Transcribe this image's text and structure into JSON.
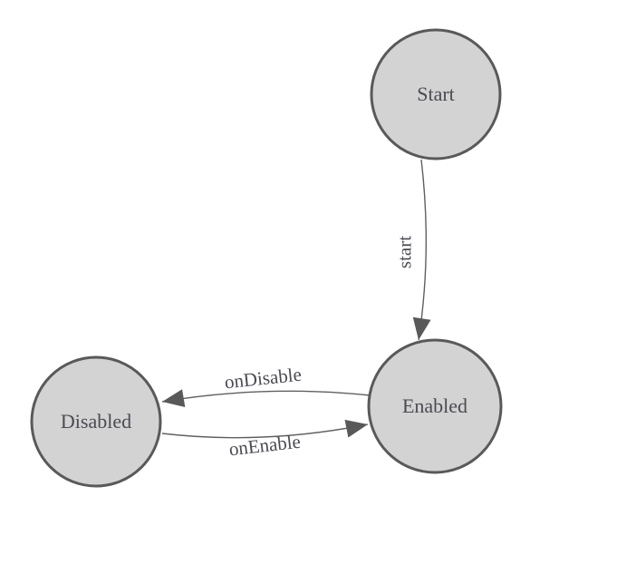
{
  "diagram": {
    "type": "state-machine",
    "background": "#ffffff",
    "nodes": [
      {
        "id": "start",
        "label": "Start"
      },
      {
        "id": "enabled",
        "label": "Enabled"
      },
      {
        "id": "disabled",
        "label": "Disabled"
      }
    ],
    "edges": [
      {
        "id": "start-to-enabled",
        "label": "start",
        "from": "Start",
        "to": "Enabled"
      },
      {
        "id": "enabled-to-disabled",
        "label": "onDisable",
        "from": "Enabled",
        "to": "Disabled"
      },
      {
        "id": "disabled-to-enabled",
        "label": "onEnable",
        "from": "Disabled",
        "to": "Enabled"
      }
    ],
    "colors": {
      "node_fill": "#d3d3d3",
      "node_stroke": "#595959",
      "edge_stroke": "#606060",
      "arrow_fill": "#595959",
      "label_color": "#4a4a52"
    }
  }
}
